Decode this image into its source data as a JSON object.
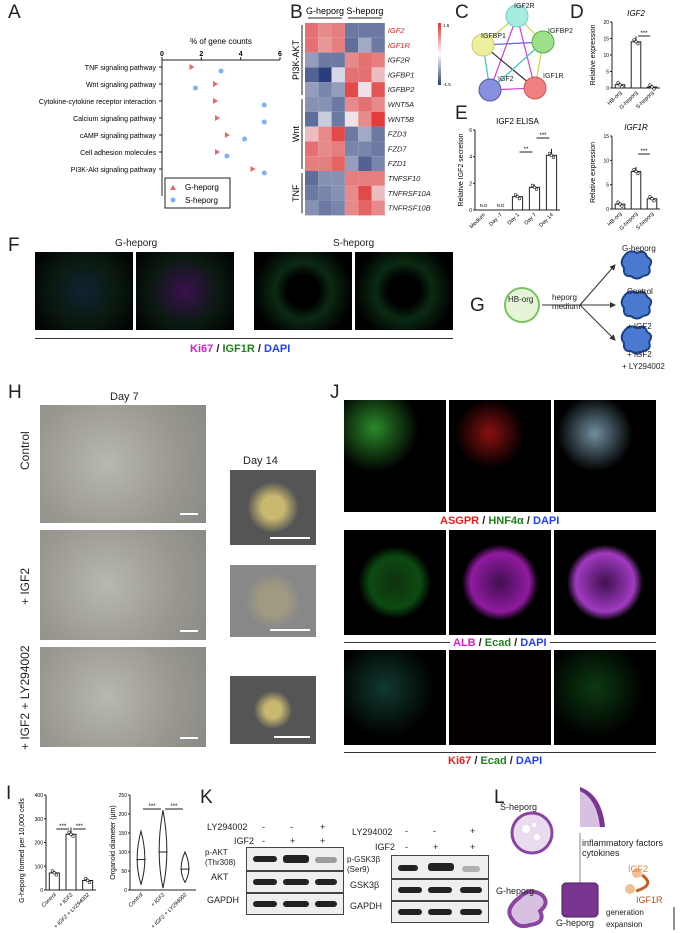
{
  "panel_labels": {
    "a": "A",
    "b": "B",
    "c": "C",
    "d": "D",
    "e": "E",
    "f": "F",
    "g": "G",
    "h": "H",
    "i": "I",
    "j": "J",
    "k": "K",
    "l": "L"
  },
  "colors": {
    "g_heporg": "#e8666e",
    "s_heporg": "#7fb2ee",
    "heat_high": "#e03030",
    "heat_low": "#2a3f7a",
    "ki67": "#d020d0",
    "igf1r": "#208020",
    "dapi": "#2040ff",
    "red": "#e02020",
    "orange": "#d07030",
    "purple": "#7a3590"
  },
  "chart_data": [
    {
      "panel": "A",
      "type": "scatter",
      "title": "% of gene counts",
      "xlim": [
        0,
        6
      ],
      "xticks": [
        0,
        2,
        4,
        6
      ],
      "categories": [
        "TNF signaling pathway",
        "Wnt signaling pathway",
        "Cytokine-cytokine receptor interaction",
        "Calcium signaling pathway",
        "cAMP signaling pathway",
        "Cell adhesion molecules",
        "PI3K-Akt signaling pathway"
      ],
      "series": [
        {
          "name": "G-heporg",
          "marker": "triangle",
          "values": [
            1.5,
            2.7,
            2.7,
            2.8,
            3.3,
            2.8,
            4.6
          ]
        },
        {
          "name": "S-heporg",
          "marker": "circle",
          "values": [
            3.0,
            1.7,
            5.2,
            5.2,
            4.2,
            3.3,
            5.2
          ]
        }
      ],
      "legend": "bottom"
    },
    {
      "panel": "B",
      "type": "heatmap",
      "columns_groups": [
        "G-heporg",
        "S-heporg"
      ],
      "row_groups": [
        {
          "name": "PI3K-AKT",
          "rows": 5
        },
        {
          "name": "Wnt",
          "rows": 5
        },
        {
          "name": "TNF",
          "rows": 3
        }
      ],
      "rows": [
        "IGF2",
        "IGF1R",
        "IGF2R",
        "IGFBP1",
        "IGFBP2",
        "WNT5A",
        "WNT5B",
        "FZD3",
        "FZD7",
        "FZD1",
        "TNFSF10",
        "TNFRSF10A",
        "TNFRSF10B"
      ],
      "highlighted_rows": [
        "IGF2",
        "IGF1R"
      ],
      "scale": {
        "max": "1.5",
        "min": "-1.5"
      },
      "values": [
        [
          1,
          0.8,
          0.9,
          -1,
          -1,
          -1
        ],
        [
          1,
          0.7,
          0.9,
          -1.1,
          -0.6,
          -1
        ],
        [
          -0.7,
          -1,
          -1,
          0.8,
          1,
          0.9
        ],
        [
          -1.2,
          -1.5,
          -0.2,
          1,
          1,
          0.4
        ],
        [
          -0.7,
          -0.9,
          -0.7,
          1.3,
          0.1,
          1.2
        ],
        [
          -0.8,
          -0.8,
          -1,
          0.8,
          1,
          0.8
        ],
        [
          -1.1,
          -0.3,
          -1,
          0.1,
          0.8,
          1.4
        ],
        [
          0.4,
          0.8,
          1.3,
          -1,
          -0.6,
          -1
        ],
        [
          1,
          0.8,
          0.9,
          -0.9,
          -0.9,
          -1
        ],
        [
          0.9,
          0.9,
          1.1,
          -0.7,
          -1.2,
          -0.9
        ],
        [
          -1.1,
          -0.8,
          -0.8,
          0.9,
          0.9,
          0.9
        ],
        [
          -1,
          -0.9,
          -0.8,
          0.8,
          1.3,
          0.4
        ],
        [
          -0.8,
          -1,
          -0.9,
          0.8,
          1.1,
          0.8
        ]
      ]
    },
    {
      "panel": "D",
      "type": "bar",
      "title": "IGF2",
      "ylabel": "Relative expression",
      "ylim": [
        0,
        20
      ],
      "yticks": [
        0,
        5,
        10,
        15,
        20
      ],
      "categories": [
        "HB-org",
        "G-heporg",
        "S-heporg"
      ],
      "values": [
        1.0,
        14.0,
        0.3
      ],
      "annotations": [
        {
          "between": [
            1,
            2
          ],
          "text": "***"
        }
      ]
    },
    {
      "panel": "D",
      "type": "bar",
      "title": "IGF1R",
      "ylabel": "Relative expression",
      "ylim": [
        0,
        15
      ],
      "yticks": [
        0,
        5,
        10,
        15
      ],
      "categories": [
        "HB-org",
        "G-heporg",
        "S-heporg"
      ],
      "values": [
        1.0,
        7.7,
        2.1
      ],
      "annotations": [
        {
          "between": [
            1,
            2
          ],
          "text": "***"
        }
      ]
    },
    {
      "panel": "E",
      "type": "bar",
      "title": "IGF2 ELISA",
      "ylabel": "Relative IGF2 secretion",
      "ylim": [
        0,
        6
      ],
      "yticks": [
        0,
        2,
        4,
        6
      ],
      "categories": [
        "Medium",
        "Day -7",
        "Day 1",
        "Day 7",
        "Day 14"
      ],
      "values": [
        null,
        null,
        1.0,
        1.7,
        4.1
      ],
      "value_labels": [
        "N.D",
        "N.D",
        "",
        "",
        ""
      ],
      "annotations": [
        {
          "between": [
            2,
            3
          ],
          "text": "**"
        },
        {
          "between": [
            3,
            4
          ],
          "text": "***"
        }
      ]
    },
    {
      "panel": "I",
      "type": "bar",
      "ylabel": "G-heporg formed per 10,000 cells",
      "ylim": [
        0,
        400
      ],
      "yticks": [
        0,
        100,
        200,
        300,
        400
      ],
      "categories": [
        "Control",
        "+ IGF2",
        "+ IGF2 + LY294002"
      ],
      "values": [
        72,
        235,
        40
      ],
      "annotations": [
        {
          "between": [
            0,
            1
          ],
          "text": "***"
        },
        {
          "between": [
            1,
            2
          ],
          "text": "***"
        }
      ]
    },
    {
      "panel": "I",
      "type": "violin",
      "ylabel": "Organoid diameter (μm)",
      "ylim": [
        0,
        250
      ],
      "yticks": [
        0,
        50,
        100,
        150,
        200,
        250
      ],
      "categories": [
        "Control",
        "+ IGF2",
        "+ IGF2 + LY294002"
      ],
      "medians": [
        80,
        100,
        55
      ],
      "ranges": [
        [
          15,
          155
        ],
        [
          5,
          210
        ],
        [
          20,
          100
        ]
      ],
      "annotations": [
        {
          "between": [
            0,
            1
          ],
          "text": "***"
        },
        {
          "between": [
            1,
            2
          ],
          "text": "***"
        }
      ]
    }
  ],
  "c": {
    "nodes": [
      "IGF2R",
      "IGFBP1",
      "IGFBP2",
      "IGF2",
      "IGF1R"
    ]
  },
  "f": {
    "g_title": "G-heporg",
    "s_title": "S-heporg",
    "cap_ki67": "Ki67",
    "cap_igf1r": "IGF1R",
    "cap_dapi": "DAPI",
    "sep": "/"
  },
  "g": {
    "hborg": "HB-org",
    "medium": "heporg medium",
    "g_title": "G-heporg",
    "control": "Control",
    "igf2": "+ IGF2",
    "igf2_ly": "+ IGF2",
    "ly": "+ LY294002"
  },
  "h": {
    "day7": "Day 7",
    "day14": "Day 14",
    "rows": [
      "Control",
      "+ IGF2",
      "+ IGF2 + LY294002"
    ]
  },
  "j": {
    "cap1": [
      "ASGPR",
      "HNF4α",
      "DAPI"
    ],
    "cap2": [
      "ALB",
      "Ecad",
      "DAPI"
    ],
    "cap3": [
      "Ki67",
      "Ecad",
      "DAPI"
    ],
    "sep": "/"
  },
  "k": {
    "ly": "LY294002",
    "igf2": "IGF2",
    "ly_signs": [
      "-",
      "-",
      "+"
    ],
    "igf2_signs": [
      "-",
      "+",
      "+"
    ],
    "left_bands": [
      "p-AKT\n(Thr308)",
      "AKT",
      "GAPDH"
    ],
    "right_bands": [
      "p-GSK3β\n(Ser9)",
      "GSK3β",
      "GAPDH"
    ]
  },
  "l": {
    "s": "S-heporg",
    "g": "G-heporg",
    "g2": "G-heporg",
    "inflam": "inflammatory factors",
    "cyto": "cytokines",
    "igf2": "IGF2",
    "igf1r": "IGF1R",
    "gen": "generation",
    "exp": "expansion"
  }
}
